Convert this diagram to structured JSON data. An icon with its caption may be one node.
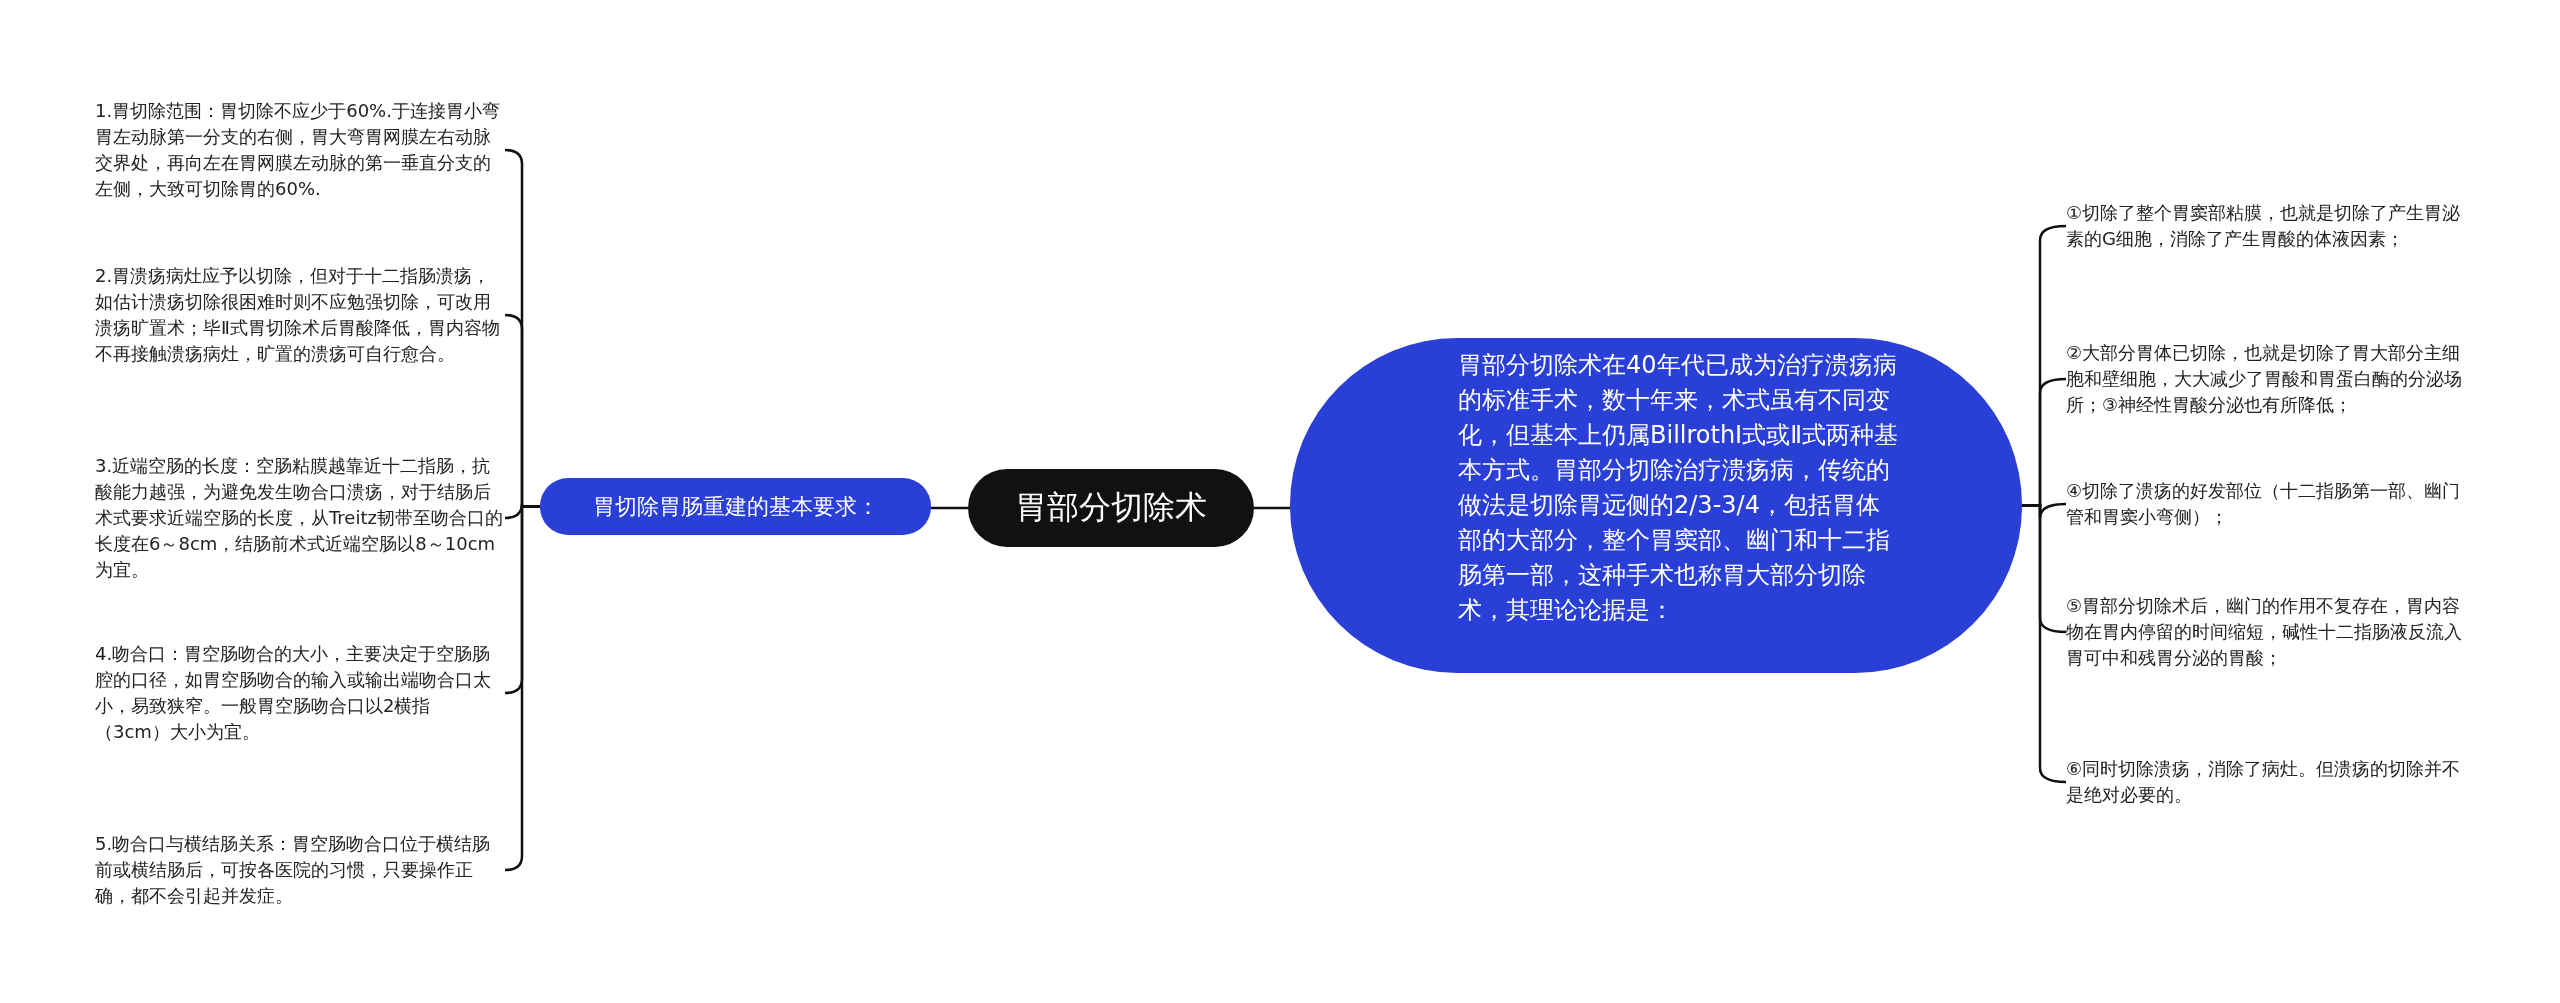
{
  "diagram": {
    "nodes": [
      {
        "text": [
          "胃部分切除术"
        ]
      },
      {
        "text": [
          "胃切除胃肠重建的基本要求："
        ]
      },
      {
        "text": [
          "1.胃切除范围：胃切除不应少于60%.于连接胃小弯胃左动脉第一分支的右侧，胃大弯胃网膜左右动脉交界处，再向左在胃网膜左动脉的第一垂直分支的左侧，大致可切除胃的60%."
        ]
      },
      {
        "text": [
          "2.胃溃疡病灶应予以切除，但对于十二指肠溃疡，如估计溃疡切除很困难时则不应勉强切除，可改用溃疡旷置术；毕Ⅱ式胃切除术后胃酸降低，胃内容物不再接触溃疡病灶，旷置的溃疡可自行愈合。"
        ]
      },
      {
        "text": [
          "3.近端空肠的长度：空肠粘膜越靠近十二指肠，抗酸能力越强，为避免发生吻合口溃疡，对于结肠后术式要求近端空肠的长度，从Treitz韧带至吻合口的长度在6～8cm，结肠前术式近端空肠以8～10cm为宜。"
        ]
      },
      {
        "text": [
          "4.吻合口：胃空肠吻合的大小，主要决定于空肠肠腔的口径，如胃空肠吻合的输入或输出端吻合口太小，易致狭窄。一般胃空肠吻合口以2横指（3cm）大小为宜。"
        ]
      },
      {
        "text": [
          "5.吻合口与横结肠关系：胃空肠吻合口位于横结肠前或横结肠后，可按各医院的习惯，只要操作正确，都不会引起并发症。"
        ]
      },
      {
        "text": [
          "胃部分切除术在40年代已成为治疗溃疡病的标准手术，数十年来，术式虽有不同变化，但基本上仍属BillrothⅠ式或Ⅱ式两种基本方式。胃部分切除治疗溃疡病，传统的做法是切除胃远侧的2/3-3/4，包括胃体部的大部分，整个胃窦部、幽门和十二指肠第一部，这种手术也称胃大部分切除术，其理论论据是："
        ]
      },
      {
        "text": [
          "①切除了整个胃窦部粘膜，也就是切除了产生胃泌素的G细胞，消除了产生胃酸的体液因素；"
        ]
      },
      {
        "text": [
          "②大部分胃体已切除，也就是切除了胃大部分主细胞和壁细胞，大大减少了胃酸和胃蛋白酶的分泌场所；③神经性胃酸分泌也有所降低；"
        ]
      },
      {
        "text": [
          "④切除了溃疡的好发部位（十二指肠第一部、幽门管和胃窦小弯侧）；"
        ]
      },
      {
        "text": [
          "⑤胃部分切除术后，幽门的作用不复存在，胃内容物在胃内停留的时间缩短，碱性十二指肠液反流入胃可中和残胃分泌的胃酸；"
        ]
      },
      {
        "text": [
          "⑥同时切除溃疡，消除了病灶。但溃疡的切除并不是绝对必要的。"
        ]
      }
    ],
    "edges": [
      {
        "from": 0,
        "to": 1,
        "arrow": "none"
      },
      {
        "from": 1,
        "to": 2,
        "arrow": "none"
      },
      {
        "from": 1,
        "to": 3,
        "arrow": "none"
      },
      {
        "from": 1,
        "to": 4,
        "arrow": "none"
      },
      {
        "from": 1,
        "to": 5,
        "arrow": "none"
      },
      {
        "from": 1,
        "to": 6,
        "arrow": "none"
      },
      {
        "from": 0,
        "to": 7,
        "arrow": "none"
      },
      {
        "from": 7,
        "to": 8,
        "arrow": "none"
      },
      {
        "from": 7,
        "to": 9,
        "arrow": "none"
      },
      {
        "from": 7,
        "to": 10,
        "arrow": "none"
      },
      {
        "from": 7,
        "to": 11,
        "arrow": "none"
      },
      {
        "from": 7,
        "to": 12,
        "arrow": "none"
      }
    ]
  }
}
